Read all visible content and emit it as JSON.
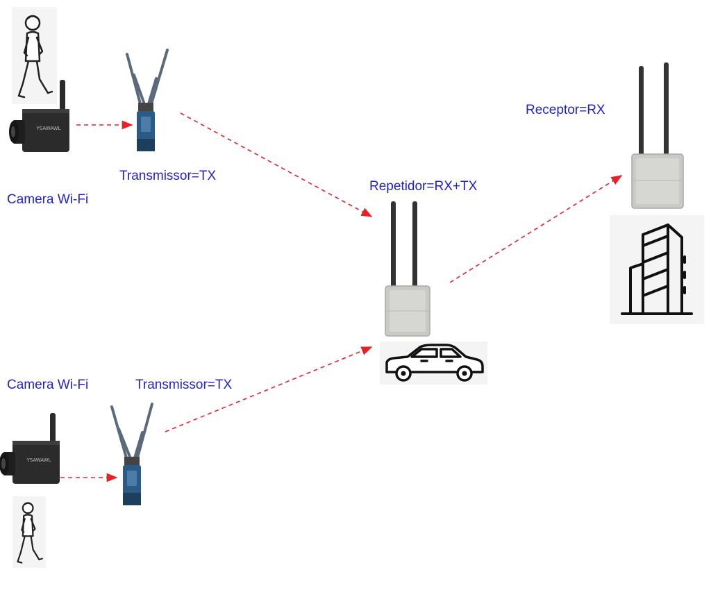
{
  "labels": {
    "camera_top": "Camera Wi-Fi",
    "tx_top": "Transmissor=TX",
    "repeater": "Repetidor=RX+TX",
    "receiver": "Receptor=RX",
    "camera_bottom": "Camera Wi-Fi",
    "tx_bottom": "Transmissor=TX"
  },
  "camera_brand": "YSAWAWL",
  "colors": {
    "label": "#2222cc",
    "link": "#e8202a",
    "device_grey": "#c9c9c6",
    "antenna": "#333333",
    "camera_body": "#2b2b2b"
  },
  "icons": {
    "person": "walking-person-icon",
    "car": "car-icon",
    "building": "building-icon"
  }
}
